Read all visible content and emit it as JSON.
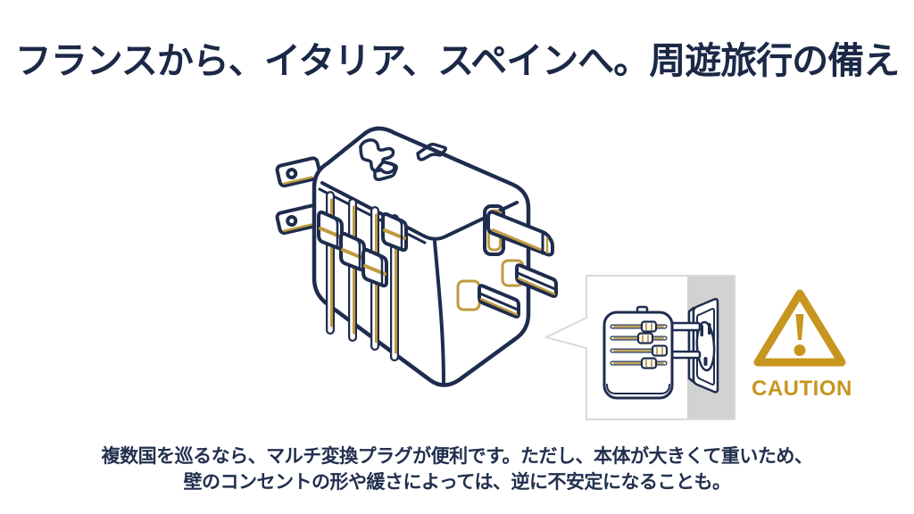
{
  "title": {
    "text": "フランスから、イタリア、スペインへ。周遊旅行の備え"
  },
  "caution": {
    "label": "CAUTION"
  },
  "caption": {
    "line1": "複数国を巡るなら、マルチ変換プラグが便利です。ただし、本体が大きくて重いため、",
    "line2": "壁のコンセントの形や緩さによっては、逆に不安定になることも。"
  },
  "palette": {
    "outline_navy": "#1e2c4e",
    "title_navy": "#1b2947",
    "accent_gold": "#bf9a3e",
    "caution_gold": "#c8951e",
    "wall_gray": "#d2d2d2",
    "callout_border_gray": "#d9d9d9",
    "background": "#ffffff"
  },
  "illustration": {
    "main": "universal-travel-adapter-isometric",
    "inset": "adapter-plugged-into-wall-outlet",
    "warning": "caution-triangle"
  }
}
